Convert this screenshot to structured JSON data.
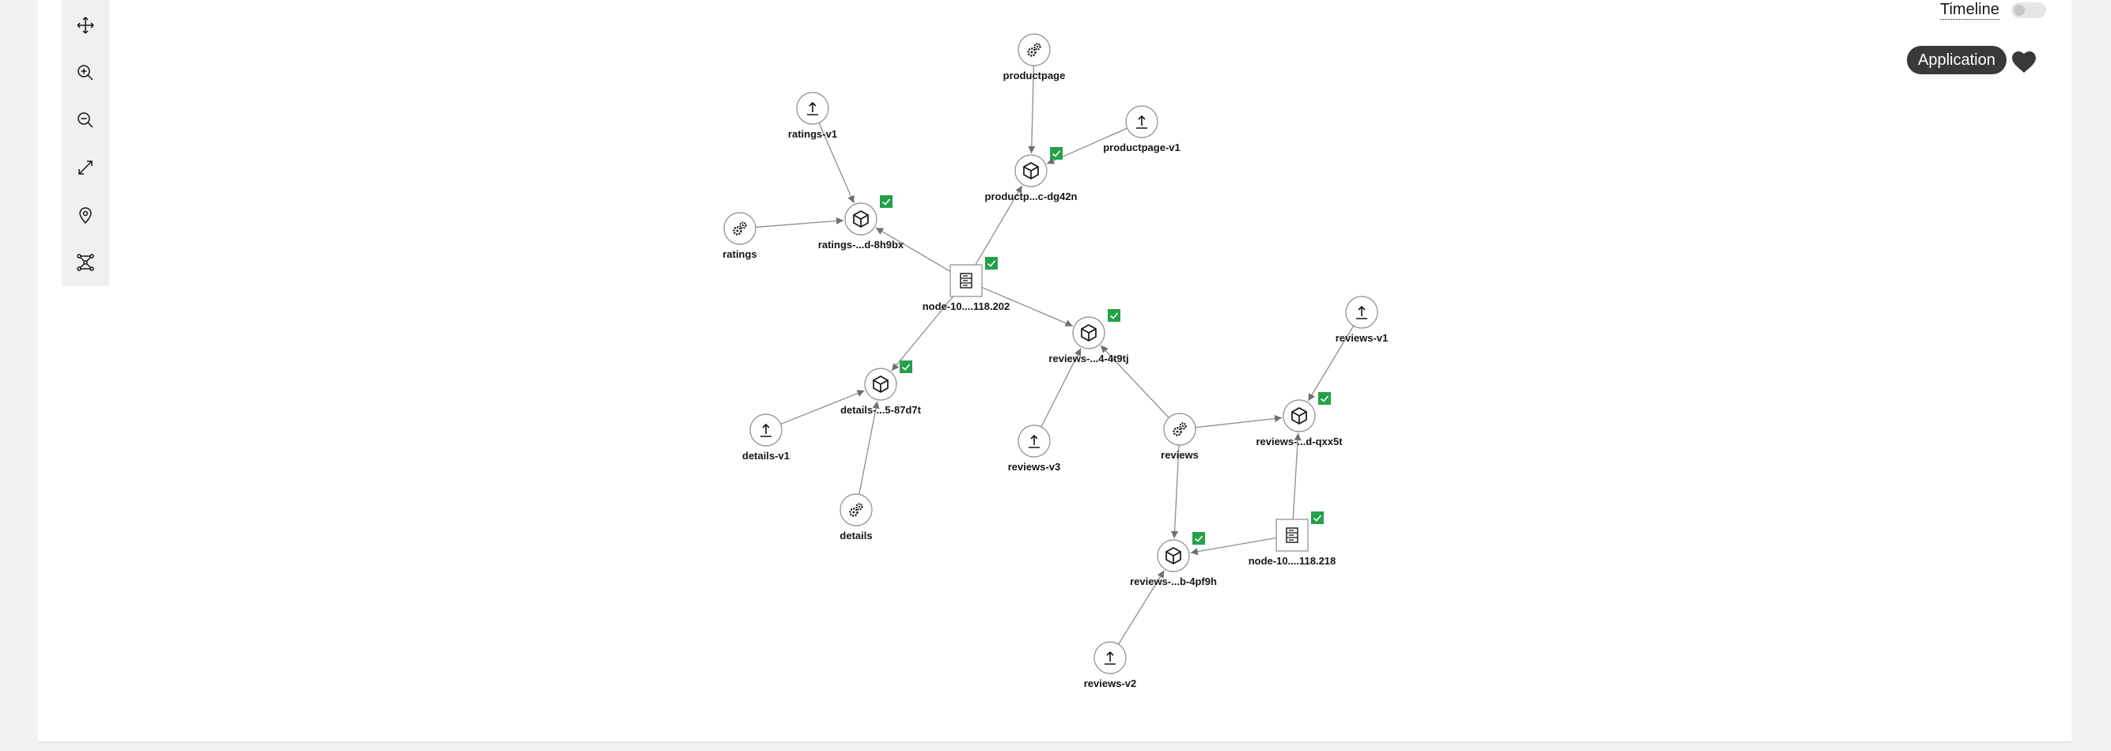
{
  "header": {
    "timeline_label": "Timeline",
    "timeline_enabled": false,
    "view_badge": "Application",
    "favorite_icon": "heart-icon"
  },
  "toolbar": {
    "tools": [
      {
        "icon": "move-icon"
      },
      {
        "icon": "zoom-in-icon"
      },
      {
        "icon": "zoom-out-icon"
      },
      {
        "icon": "fit-to-screen-icon"
      },
      {
        "icon": "location-icon"
      },
      {
        "icon": "topology-icon"
      }
    ]
  },
  "colors": {
    "status_ok": "#24a148",
    "edge": "#8d8d8d",
    "node_border": "#8d8d8d",
    "badge_bg": "#393939"
  },
  "graph": {
    "nodes": [
      {
        "id": "productpage",
        "label": "productpage",
        "type": "service",
        "icon": "gears-icon"
      },
      {
        "id": "productpage-v1",
        "label": "productpage-v1",
        "type": "deployment",
        "icon": "upload-icon"
      },
      {
        "id": "productp-pod",
        "label": "productp...c-dg42n",
        "type": "pod",
        "icon": "cube-icon",
        "status": "ok"
      },
      {
        "id": "ratings-v1",
        "label": "ratings-v1",
        "type": "deployment",
        "icon": "upload-icon"
      },
      {
        "id": "ratings",
        "label": "ratings",
        "type": "service",
        "icon": "gears-icon"
      },
      {
        "id": "ratings-pod",
        "label": "ratings-...d-8h9bx",
        "type": "pod",
        "icon": "cube-icon",
        "status": "ok"
      },
      {
        "id": "node-202",
        "label": "node-10....118.202",
        "type": "node",
        "icon": "server-icon",
        "status": "ok"
      },
      {
        "id": "reviews-pod-3",
        "label": "reviews-...4-4t9tj",
        "type": "pod",
        "icon": "cube-icon",
        "status": "ok"
      },
      {
        "id": "details-pod",
        "label": "details-...5-87d7t",
        "type": "pod",
        "icon": "cube-icon",
        "status": "ok"
      },
      {
        "id": "details-v1",
        "label": "details-v1",
        "type": "deployment",
        "icon": "upload-icon"
      },
      {
        "id": "details",
        "label": "details",
        "type": "service",
        "icon": "gears-icon"
      },
      {
        "id": "reviews-v3",
        "label": "reviews-v3",
        "type": "deployment",
        "icon": "upload-icon"
      },
      {
        "id": "reviews",
        "label": "reviews",
        "type": "service",
        "icon": "gears-icon"
      },
      {
        "id": "reviews-v1",
        "label": "reviews-v1",
        "type": "deployment",
        "icon": "upload-icon"
      },
      {
        "id": "reviews-pod-1",
        "label": "reviews-...d-qxx5t",
        "type": "pod",
        "icon": "cube-icon",
        "status": "ok"
      },
      {
        "id": "node-218",
        "label": "node-10....118.218",
        "type": "node",
        "icon": "server-icon",
        "status": "ok"
      },
      {
        "id": "reviews-pod-2",
        "label": "reviews-...b-4pf9h",
        "type": "pod",
        "icon": "cube-icon",
        "status": "ok"
      },
      {
        "id": "reviews-v2",
        "label": "reviews-v2",
        "type": "deployment",
        "icon": "upload-icon"
      }
    ],
    "edges": [
      {
        "from": "productpage",
        "to": "productp-pod"
      },
      {
        "from": "productpage-v1",
        "to": "productp-pod"
      },
      {
        "from": "node-202",
        "to": "productp-pod"
      },
      {
        "from": "ratings-v1",
        "to": "ratings-pod"
      },
      {
        "from": "ratings",
        "to": "ratings-pod"
      },
      {
        "from": "node-202",
        "to": "ratings-pod"
      },
      {
        "from": "node-202",
        "to": "reviews-pod-3"
      },
      {
        "from": "node-202",
        "to": "details-pod"
      },
      {
        "from": "details-v1",
        "to": "details-pod"
      },
      {
        "from": "details",
        "to": "details-pod"
      },
      {
        "from": "reviews-v3",
        "to": "reviews-pod-3"
      },
      {
        "from": "reviews",
        "to": "reviews-pod-3"
      },
      {
        "from": "reviews",
        "to": "reviews-pod-1"
      },
      {
        "from": "reviews",
        "to": "reviews-pod-2"
      },
      {
        "from": "reviews-v1",
        "to": "reviews-pod-1"
      },
      {
        "from": "node-218",
        "to": "reviews-pod-1"
      },
      {
        "from": "node-218",
        "to": "reviews-pod-2"
      },
      {
        "from": "reviews-v2",
        "to": "reviews-pod-2"
      }
    ]
  }
}
